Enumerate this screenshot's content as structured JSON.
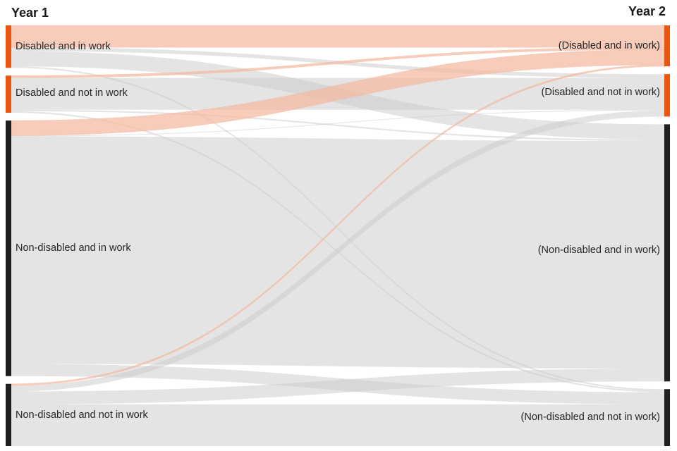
{
  "chart_data": {
    "type": "sankey",
    "title": "",
    "left_header": "Year 1",
    "right_header": "Year 2",
    "colors": {
      "disabled": "#e8560f",
      "non_disabled": "#1f1f1f",
      "flow_from_in_work_to_disabled": "#f4b8a0",
      "flow_default": "#c9c9cc"
    },
    "left_nodes": [
      {
        "id": "L0",
        "label": "Disabled and in work",
        "status": "disabled"
      },
      {
        "id": "L1",
        "label": "Disabled and not in work",
        "status": "disabled"
      },
      {
        "id": "L2",
        "label": "Non-disabled and in work",
        "status": "non-disabled"
      },
      {
        "id": "L3",
        "label": "Non-disabled and not in work",
        "status": "non-disabled"
      }
    ],
    "right_nodes": [
      {
        "id": "R0",
        "label": "(Disabled and in work)",
        "status": "disabled"
      },
      {
        "id": "R1",
        "label": "(Disabled and not in work)",
        "status": "disabled"
      },
      {
        "id": "R2",
        "label": "(Non-disabled and in work)",
        "status": "non-disabled"
      },
      {
        "id": "R3",
        "label": "(Non-disabled and not in work)",
        "status": "non-disabled"
      }
    ],
    "flows": [
      {
        "source": "L0",
        "target": "R0",
        "value": 29,
        "color": "orange"
      },
      {
        "source": "L0",
        "target": "R1",
        "value": 5,
        "color": "grey"
      },
      {
        "source": "L0",
        "target": "R2",
        "value": 20,
        "color": "grey"
      },
      {
        "source": "L0",
        "target": "R3",
        "value": 2,
        "color": "grey"
      },
      {
        "source": "L1",
        "target": "R0",
        "value": 3,
        "color": "orange"
      },
      {
        "source": "L1",
        "target": "R1",
        "value": 42,
        "color": "grey"
      },
      {
        "source": "L1",
        "target": "R2",
        "value": 2,
        "color": "grey"
      },
      {
        "source": "L1",
        "target": "R3",
        "value": 2,
        "color": "grey"
      },
      {
        "source": "L2",
        "target": "R0",
        "value": 20,
        "color": "orange"
      },
      {
        "source": "L2",
        "target": "R1",
        "value": 1,
        "color": "grey"
      },
      {
        "source": "L2",
        "target": "R2",
        "value": 300,
        "color": "grey"
      },
      {
        "source": "L2",
        "target": "R3",
        "value": 16,
        "color": "grey"
      },
      {
        "source": "L3",
        "target": "R0",
        "value": 2,
        "color": "orange"
      },
      {
        "source": "L3",
        "target": "R1",
        "value": 8,
        "color": "grey"
      },
      {
        "source": "L3",
        "target": "R2",
        "value": 17,
        "color": "grey"
      },
      {
        "source": "L3",
        "target": "R3",
        "value": 55,
        "color": "grey"
      }
    ]
  }
}
